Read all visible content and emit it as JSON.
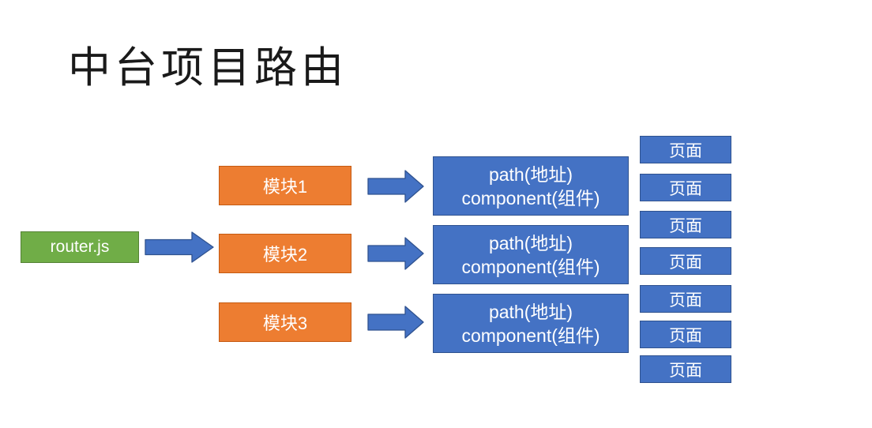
{
  "title": "中台项目路由",
  "colors": {
    "background": "#FFFFFF",
    "title_text": "#1A1A1A",
    "green_fill": "#70AD47",
    "green_border": "#548235",
    "orange_fill": "#ED7D31",
    "orange_border": "#C55A11",
    "blue_fill": "#4472C4",
    "blue_border": "#2F528F",
    "arrow_fill": "#4472C4",
    "box_text": "#FFFFFF"
  },
  "source_box": {
    "label": "router.js"
  },
  "modules": [
    {
      "label": "模块1"
    },
    {
      "label": "模块2"
    },
    {
      "label": "模块3"
    }
  ],
  "route_boxes": [
    {
      "line1": "path(地址)",
      "line2": "component(组件)"
    },
    {
      "line1": "path(地址)",
      "line2": "component(组件)"
    },
    {
      "line1": "path(地址)",
      "line2": "component(组件)"
    }
  ],
  "pages": [
    {
      "label": "页面"
    },
    {
      "label": "页面"
    },
    {
      "label": "页面"
    },
    {
      "label": "页面"
    },
    {
      "label": "页面"
    },
    {
      "label": "页面"
    },
    {
      "label": "页面"
    }
  ]
}
